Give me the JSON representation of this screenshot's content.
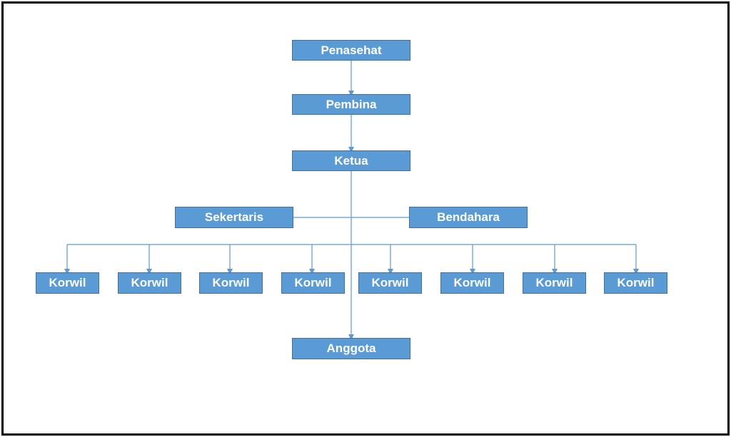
{
  "org_chart": {
    "penasehat": "Penasehat",
    "pembina": "Pembina",
    "ketua": "Ketua",
    "sekertaris": "Sekertaris",
    "bendahara": "Bendahara",
    "korwil": [
      "Korwil",
      "Korwil",
      "Korwil",
      "Korwil",
      "Korwil",
      "Korwil",
      "Korwil",
      "Korwil"
    ],
    "anggota": "Anggota"
  },
  "colors": {
    "box_fill": "#5b9bd5",
    "box_border": "#41719c",
    "connector": "#5b9bd5",
    "frame": "#000000"
  }
}
